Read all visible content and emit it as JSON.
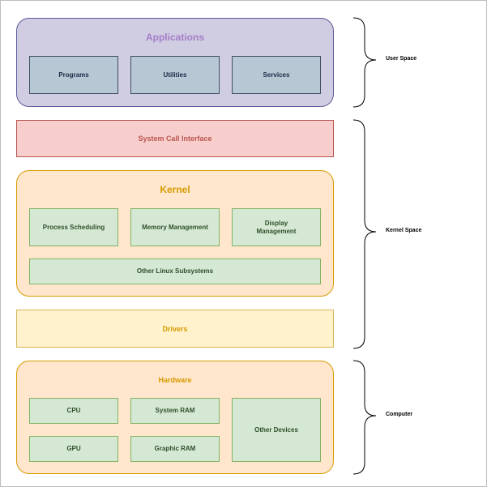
{
  "applications": {
    "title": "Applications",
    "items": [
      "Programs",
      "Utilities",
      "Services"
    ]
  },
  "system_call_interface": "System Call Interface",
  "kernel": {
    "title": "Kernel",
    "items": [
      "Process Scheduling",
      "Memory Management",
      "Display\nManagement"
    ],
    "subsystems": "Other Linux Subsystems"
  },
  "drivers": "Drivers",
  "hardware": {
    "title": "Hardware",
    "cpu": "CPU",
    "gpu": "GPU",
    "system_ram": "System RAM",
    "graphic_ram": "Graphic RAM",
    "other_devices": "Other Devices"
  },
  "braces": {
    "user_space": "User Space",
    "kernel_space": "Kernel Space",
    "computer": "Computer"
  },
  "colors": {
    "applications_fill": "#d0cce2",
    "applications_title": "#a37ec6",
    "syscall_fill": "#f8cecc",
    "syscall_text": "#b85450",
    "kernel_fill": "#ffe6cc",
    "accent_orange": "#d79b00",
    "component_fill": "#d5e8d4",
    "drivers_fill": "#fff2cc"
  }
}
